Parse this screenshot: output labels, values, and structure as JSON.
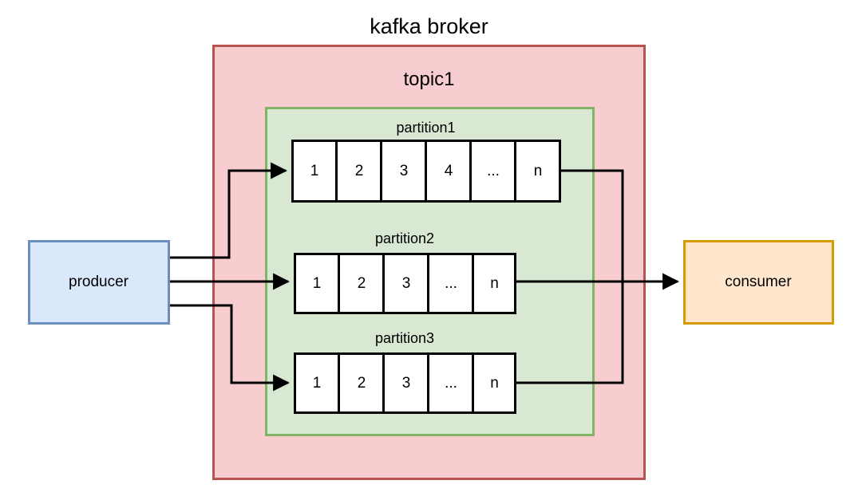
{
  "diagram": {
    "title": "kafka broker",
    "broker": {
      "label": "kafka broker",
      "fill": "#f8cdd0",
      "stroke": "#b85450"
    },
    "topic": {
      "label": "topic1",
      "fill": "#d8e8d3",
      "stroke": "#82b366"
    },
    "producer": {
      "label": "producer",
      "fill": "#dae8fc",
      "stroke": "#6c8ebf"
    },
    "consumer": {
      "label": "consumer",
      "fill": "#ffe6cc",
      "stroke": "#d79b00"
    },
    "partitions": [
      {
        "label": "partition1",
        "cells": [
          "1",
          "2",
          "3",
          "4",
          "...",
          "n"
        ]
      },
      {
        "label": "partition2",
        "cells": [
          "1",
          "2",
          "3",
          "...",
          "n"
        ]
      },
      {
        "label": "partition3",
        "cells": [
          "1",
          "2",
          "3",
          "...",
          "n"
        ]
      }
    ],
    "edges": [
      {
        "name": "producer-to-partition1",
        "from": "producer",
        "to": "partition1"
      },
      {
        "name": "producer-to-partition2",
        "from": "producer",
        "to": "partition2"
      },
      {
        "name": "producer-to-partition3",
        "from": "producer",
        "to": "partition3"
      },
      {
        "name": "partition1-to-consumer",
        "from": "partition1",
        "to": "consumer"
      },
      {
        "name": "partition2-to-consumer",
        "from": "partition2",
        "to": "consumer"
      },
      {
        "name": "partition3-to-consumer",
        "from": "partition3",
        "to": "consumer"
      }
    ],
    "colors": {
      "line": "#000000",
      "cell_fill": "#ffffff",
      "cell_stroke": "#000000",
      "background": "#ffffff"
    }
  }
}
